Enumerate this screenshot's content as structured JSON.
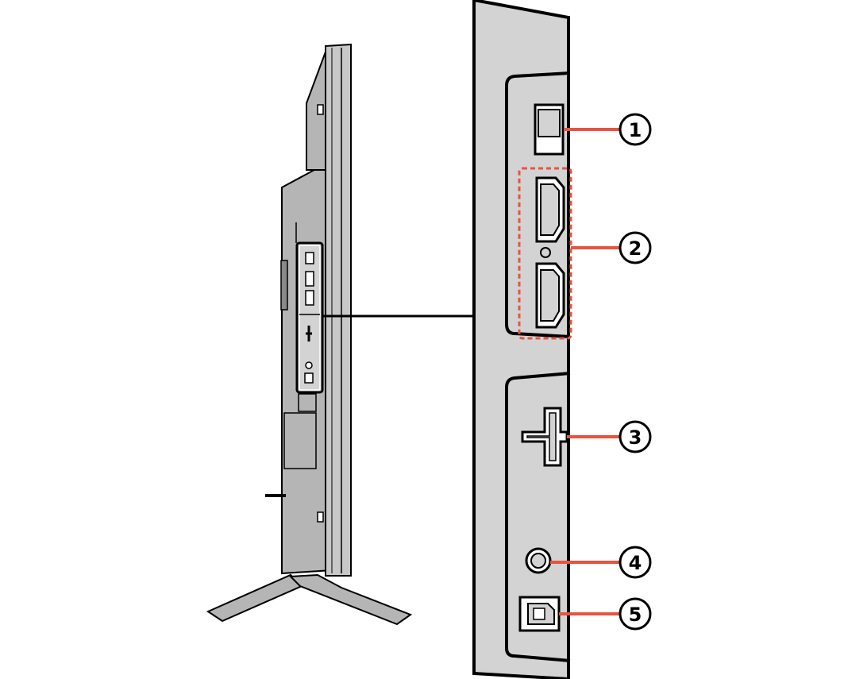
{
  "diagram": {
    "type": "tv-side-panel-connector-diagram",
    "colors": {
      "panel_fill": "#d3d3d3",
      "tv_fill": "#b5b5b5",
      "outline": "#000000",
      "callout_line": "#e8533f",
      "background": "#ffffff"
    },
    "callouts": [
      {
        "number": "1",
        "icon": "usb-port-icon"
      },
      {
        "number": "2",
        "icon": "hdmi-ports-icon"
      },
      {
        "number": "3",
        "icon": "antenna-input-icon"
      },
      {
        "number": "4",
        "icon": "headphone-jack-icon"
      },
      {
        "number": "5",
        "icon": "optical-audio-out-icon"
      }
    ]
  }
}
